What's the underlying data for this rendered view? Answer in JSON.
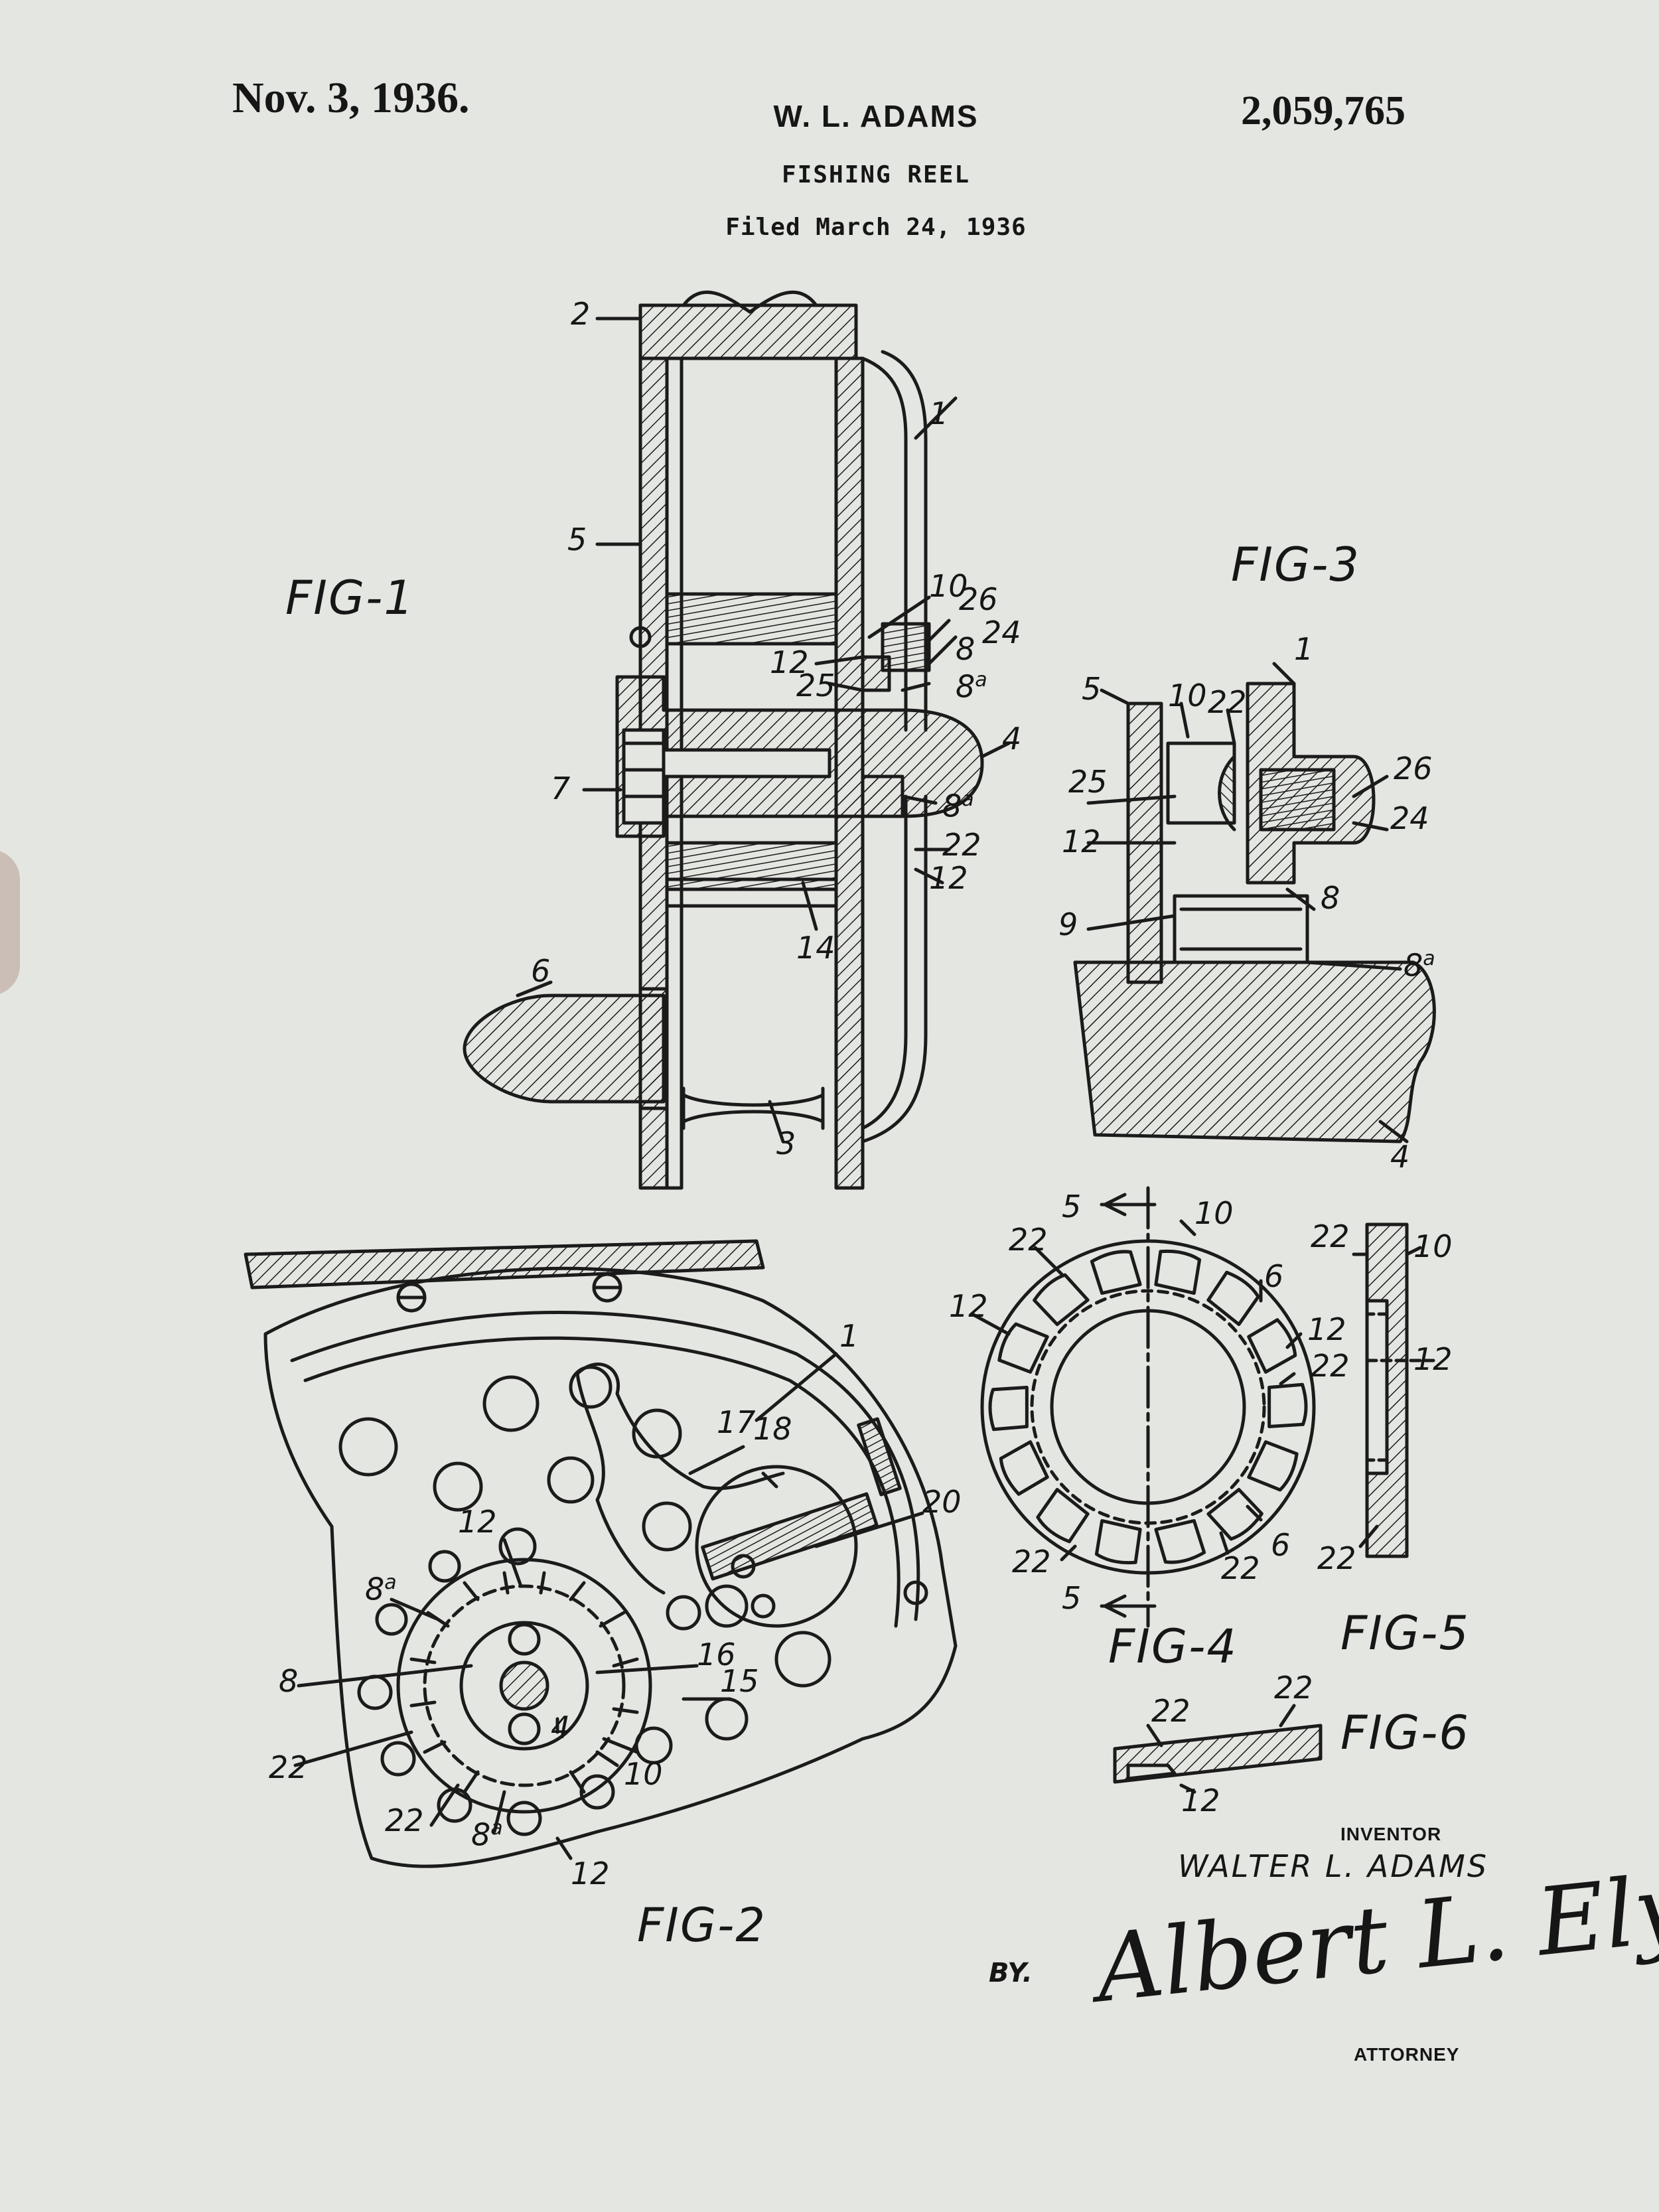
{
  "header": {
    "date": "Nov. 3, 1936.",
    "inventor_short": "W. L. ADAMS",
    "patent_number": "2,059,765",
    "title": "FISHING REEL",
    "filed": "Filed March 24, 1936"
  },
  "figures": {
    "fig1": "FIG-1",
    "fig2": "FIG-2",
    "fig3": "FIG-3",
    "fig4": "FIG-4",
    "fig5": "FIG-5",
    "fig6": "FIG-6"
  },
  "fig1_labels": [
    "2",
    "1",
    "5",
    "10",
    "26",
    "24",
    "12",
    "8",
    "25",
    "8a",
    "4",
    "7",
    "8a",
    "22",
    "12",
    "14",
    "6",
    "3"
  ],
  "fig2_labels": [
    "1",
    "17",
    "18",
    "20",
    "12",
    "8a",
    "16",
    "15",
    "8",
    "4",
    "22",
    "22",
    "8a",
    "12",
    "10"
  ],
  "fig3_labels": [
    "1",
    "5",
    "10",
    "22",
    "26",
    "25",
    "24",
    "12",
    "8",
    "9",
    "8a",
    "4"
  ],
  "fig4_labels": [
    "5",
    "10",
    "22",
    "6",
    "12",
    "12",
    "22",
    "6",
    "22",
    "22",
    "5"
  ],
  "fig5_labels": [
    "22",
    "10",
    "12",
    "22"
  ],
  "fig6_labels": [
    "22",
    "22",
    "12"
  ],
  "footer": {
    "inventor_label": "INVENTOR",
    "inventor_name": "WALTER L. ADAMS",
    "by": "BY.",
    "signature": "Albert L. Ely",
    "attorney_label": "ATTORNEY"
  }
}
